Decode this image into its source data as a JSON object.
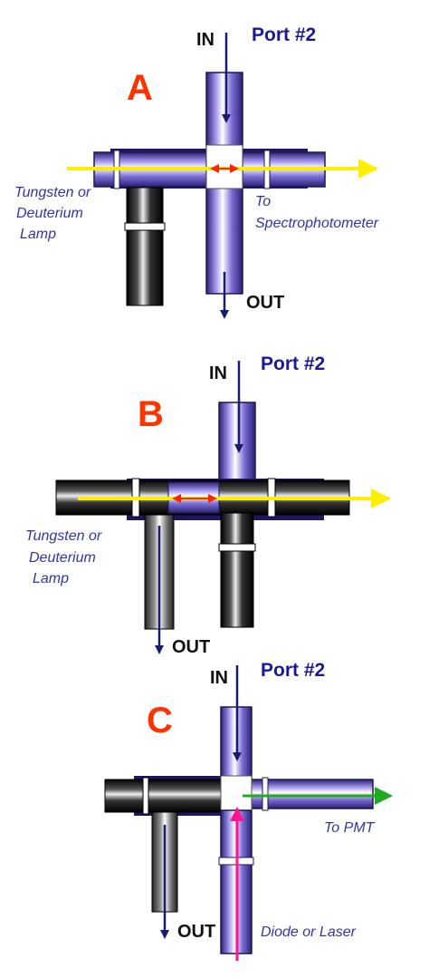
{
  "panels": {
    "a": {
      "letter": "A",
      "port": "Port #2",
      "in": "IN",
      "out": "OUT",
      "source_line1": "Tungsten or",
      "source_line2": "Deuterium",
      "source_line3": "Lamp",
      "dest_line1": "To",
      "dest_line2": "Spectrophotometer"
    },
    "b": {
      "letter": "B",
      "port": "Port #2",
      "in": "IN",
      "out": "OUT",
      "source_line1": "Tungsten or",
      "source_line2": "Deuterium",
      "source_line3": "Lamp"
    },
    "c": {
      "letter": "C",
      "port": "Port #2",
      "in": "IN",
      "out": "OUT",
      "dest": "To PMT",
      "source": "Diode or Laser"
    }
  },
  "colors": {
    "panel_letter": "#ff3300",
    "port_label": "#1a1a99",
    "caption": "#3333aa",
    "flow_arrow": "#1a1a6e",
    "light_beam": "#ffee00",
    "path_marker": "#ff2200",
    "laser_beam": "#ff1493",
    "emission_beam": "#22aa22",
    "tube_purple": "#6a5acd",
    "tube_black": "#111111"
  }
}
